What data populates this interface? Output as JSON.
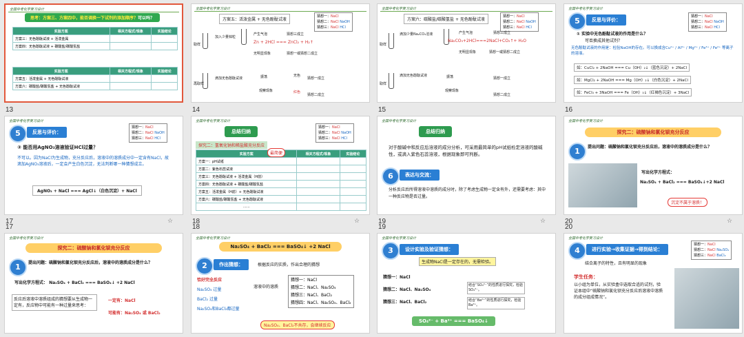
{
  "slides": [
    {
      "num": "13",
      "selected": true,
      "think": "思考：方案三、方案四中，能否调换一下试剂的添加顺序？",
      "think_tail": "可以吗？",
      "head": [
        "实验方案",
        "相关方程式/现象",
        "实验结论"
      ],
      "rows_a": [
        "方案三：无色酚酞试液",
        "+ 活泼金属",
        "方案四：无色酚酞试液",
        "+ 碳酸盐/碳酸氢盐"
      ],
      "rows_b": [
        "方案五：活泼金属 + 无色酚酞试液",
        "方案六：碳酸盐/碳酸氢盐 + 无色酚酞试液"
      ]
    },
    {
      "num": "14",
      "scheme": "方案五：活泼金属",
      "plus": "+ 无色酚酞试液",
      "guesses": [
        "NaCl",
        "NaCl",
        "NaOH",
        "NaCl",
        "HCl"
      ],
      "labels": [
        "取样",
        "加入少量锌粒",
        "产生气泡",
        "猜想三成立",
        "无明显现象",
        "猜想一或猜想二成立",
        "滴加无色酚酞试液",
        "振荡",
        "观察现象",
        "无色",
        "红色",
        "猜想一成立",
        "猜想二成立",
        "再取样"
      ],
      "eq": "Zn + 2HCl === ZnCl₂ + H₂↑"
    },
    {
      "num": "15",
      "scheme": "方案六：碳酸盐/碳酸氢盐",
      "plus": "+ 无色酚酞试液",
      "guesses": [
        "NaCl",
        "NaCl",
        "NaOH",
        "NaCl",
        "HCl"
      ],
      "labels": [
        "取样",
        "滴加少量Na₂CO₃溶液",
        "产生气泡",
        "猜想三成立",
        "无明显现象",
        "猜想一或猜想二成立",
        "滴加无色酚酞试液",
        "振荡",
        "观察现象",
        "猜想一成立",
        "猜想二成立",
        "取样"
      ],
      "eq": "Na₂CO₃+2HCl===2NaCl+CO₂↑+ H₂O"
    },
    {
      "num": "16",
      "title": "反思与评价：",
      "q1": "① 实验中无色酚酞试液的作用是什么？",
      "q2": "可否换成其他试剂？",
      "ans": "无色酚酞试液的作用是：检验NaOH的存在。可以换成含Cu²⁺ / Al³⁺ / Mg²⁺ / Fe³⁺ / Fe²⁺ 等离子的溶液。",
      "guesses": [
        "NaCl",
        "NaCl",
        "NaOH",
        "NaCl",
        "HCl"
      ],
      "eqs": [
        "如：CuCl₂ + 2NaOH === Cu（OH）₂↓（蓝色沉淀）+ 2NaCl",
        "如：MgCl₂ + 2NaOH === Mg（OH）₂↓（白色沉淀）+ 2NaCl",
        "如：FeCl₃ + 3NaOH === Fe（OH）₃↓（红褐色沉淀）+ 3NaCl"
      ]
    },
    {
      "num": "17",
      "title": "反思与评价：",
      "q": "② 能否用AgNO₃溶液验证HCl过量？",
      "guesses": [
        "NaCl",
        "NaCl",
        "NaOH",
        "NaCl",
        "HCl"
      ],
      "ans": "不可以。因为NaCl为生成物，充分反应后，溶液中的溶质成分中一定含有NaCl，故滴加AgNO₃溶液后，一定会产生白色沉淀，无法判断哪一种猜想成立。",
      "eq": "AgNO₃ + NaCl === AgCl↓（白色沉淀）+ NaCl"
    },
    {
      "num": "18",
      "title": "总结归纳",
      "explore": "探究二：氢氧化钠和稀盐酸充分反应",
      "head": [
        "实验方案",
        "相关方程式/现象",
        "实验结论"
      ],
      "first": "方案一：pH试纸",
      "second": "方案二：紫色石蕊试液",
      "bubble": "最简便",
      "rows": [
        "方案三：无色酚酞试液 + 活泼金属（H前）",
        "方案四：无色酚酞试液 + 碳酸盐/碳酸氢盐",
        "方案五：活泼金属（H前）+ 无色酚酞试液",
        "方案六：碳酸盐/碳酸氢盐 + 无色酚酞试液"
      ],
      "more": "……",
      "guesses": [
        "NaCl",
        "NaCl",
        "NaOH",
        "NaCl",
        "HCl"
      ]
    },
    {
      "num": "19",
      "title": "总结归纳",
      "sum": "对于酸碱中和反应后溶液的成分分析，可采用最简单的pH试纸检定溶液的酸碱性，或滴入紫色石蕊溶液，根据现象即可判断。",
      "comm": "表达与交流：",
      "comm_text": "分析反应后所得溶液中溶质的成分时，除了考虑生成物一定含有外，还需要考虑：其中一种反应物是否过量。"
    },
    {
      "num": "20",
      "explore": "探究二：硫酸钠和氯化钡充分反应",
      "q": "提出问题：硫酸钠和氯化钡充分反应后，溶液中的溶质成分是什么？",
      "eqt": "写出化学方程式：",
      "eq": "Na₂SO₄ + BaCl₂ === BaSO₄↓+2 NaCl",
      "note": "沉淀不属于溶质！"
    },
    {
      "num": "",
      "explore": "探究二：硫酸钠和氯化钡充分反应",
      "q": "提出问题：硫酸钠和氯化钡充分反应后，溶液中的溶质成分是什么？",
      "eqt": "写出化学方程式：",
      "eq": "Na₂SO₄ + BaCl₂ === BaSO₄↓ +2 NaCl",
      "left": "反应后溶液中溶质组成的猜想要从生成物一定有，反应物中可能有一种过量来思考：",
      "must": "一定有：NaCl",
      "maybe": "可能有：Na₂SO₄ 或 BaCl₂"
    },
    {
      "num": "",
      "banner": "Na₂SO₄ + BaCl₂ === BaSO₄↓ +2 NaCl",
      "guess": "作出猜想：",
      "guess_t": "根据反应的实质，作出合理的猜想",
      "cases": [
        "恰好完全反应",
        "Na₂SO₄ 过量",
        "BaCl₂ 过量",
        "Na₂SO₄和BaCl₂都过量"
      ],
      "mid": "溶液中的溶质",
      "g": [
        "猜想一：NaCl",
        "猜想二：NaCl、Na₂SO₄",
        "猜想三：NaCl、BaCl₂",
        "猜想四：NaCl、Na₂SO₄、BaCl₂"
      ],
      "bottom": "Na₂SO₄、BaCl₂不共存，会继续反应"
    },
    {
      "num": "",
      "title": "设计实验及验证猜想：",
      "top": "生成物NaCl是一定存在的，无需检验。",
      "g": [
        "猜想一：NaCl",
        "猜想二：NaCl、Na₂SO₄",
        "猜想三：NaCl、BaCl₂"
      ],
      "h1": "结合“SO₄²⁻”的性质进行探究，检验SO₄²⁻。",
      "h2": "结合“Ba²⁺”的性质进行探究，检验Ba²⁺。",
      "eq": "SO₄²⁻ + Ba²⁺ === BaSO₄↓"
    },
    {
      "num": "",
      "title": "进行实验→收集证据→得到结论：",
      "t2": "结合离子的特性，且有明显的现象",
      "task": "学生任务：",
      "task_t": "以小组为单位，从实验盒中选取合适的试剂，验证本组中“硫酸钠和氯化钡充分反应后溶液中溶质的成分组成情况”。",
      "guesses": [
        "NaCl",
        "NaCl",
        "Na₂SO₄",
        "NaCl",
        "BaCl₂"
      ]
    }
  ],
  "g_labels": [
    "猜想一：",
    "猜想二：",
    "猜想三："
  ],
  "header_small": "全国中考化学复习设计",
  "colors": {
    "green": "#2fa84f",
    "blue": "#2a7fd4",
    "red": "#d32f2f",
    "selection": "#e2573b"
  }
}
